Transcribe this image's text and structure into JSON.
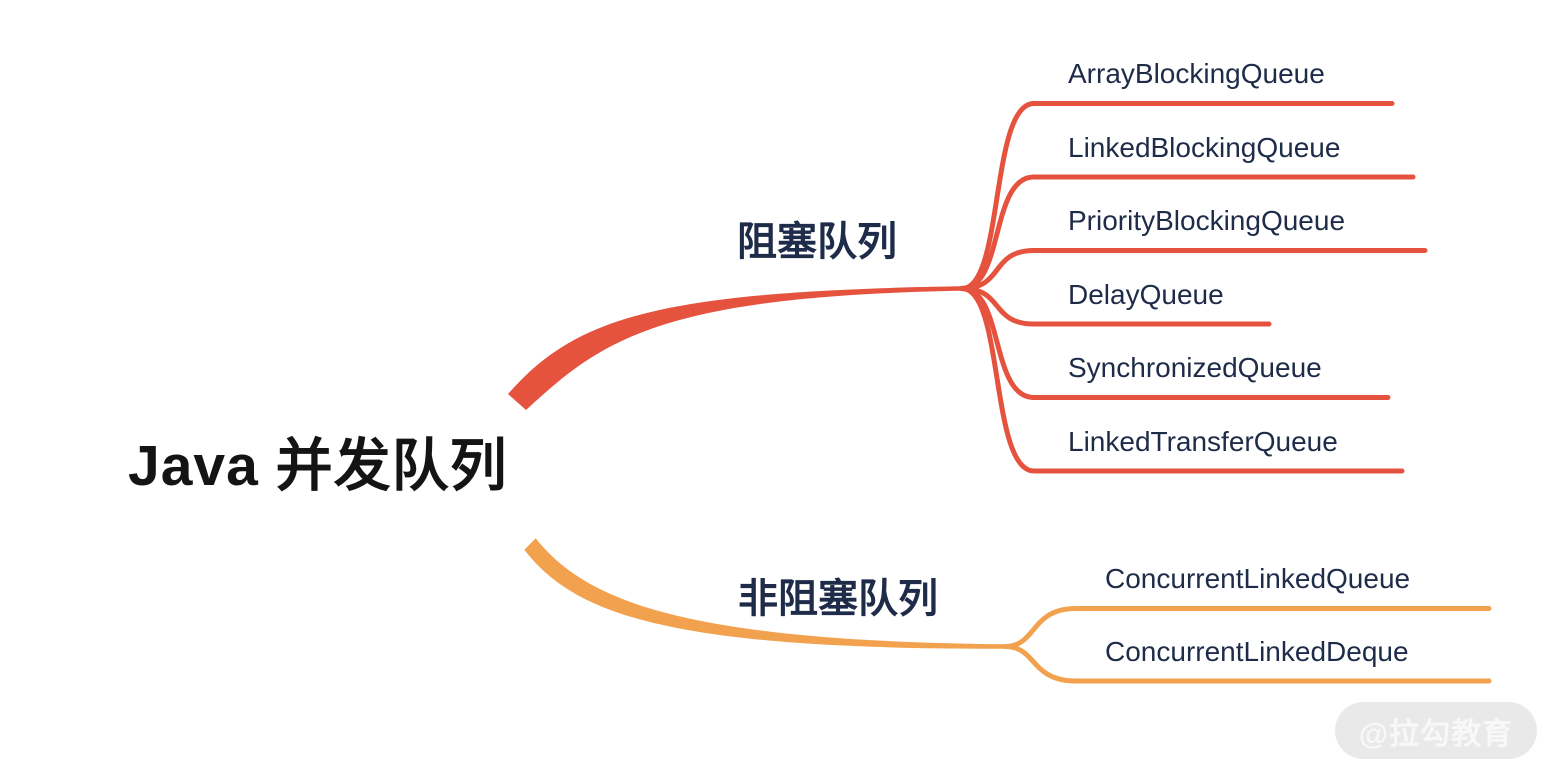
{
  "root": {
    "label": "Java 并发队列"
  },
  "colors": {
    "blocking": "#e5533e",
    "nonblocking": "#f2a24e",
    "text": "#1f2c49",
    "root_text": "#141414",
    "watermark_bg": "#e9e9e9",
    "watermark_text": "#f8f8f8"
  },
  "branches": [
    {
      "id": "blocking",
      "label": "阻塞队列",
      "color": "#e5533e",
      "children": [
        "ArrayBlockingQueue",
        "LinkedBlockingQueue",
        "PriorityBlockingQueue",
        "DelayQueue",
        "SynchronizedQueue",
        "LinkedTransferQueue"
      ]
    },
    {
      "id": "nonblocking",
      "label": "非阻塞队列",
      "color": "#f2a24e",
      "children": [
        "ConcurrentLinkedQueue",
        "ConcurrentLinkedDeque"
      ]
    }
  ],
  "watermark": {
    "label": "@拉勾教育"
  }
}
